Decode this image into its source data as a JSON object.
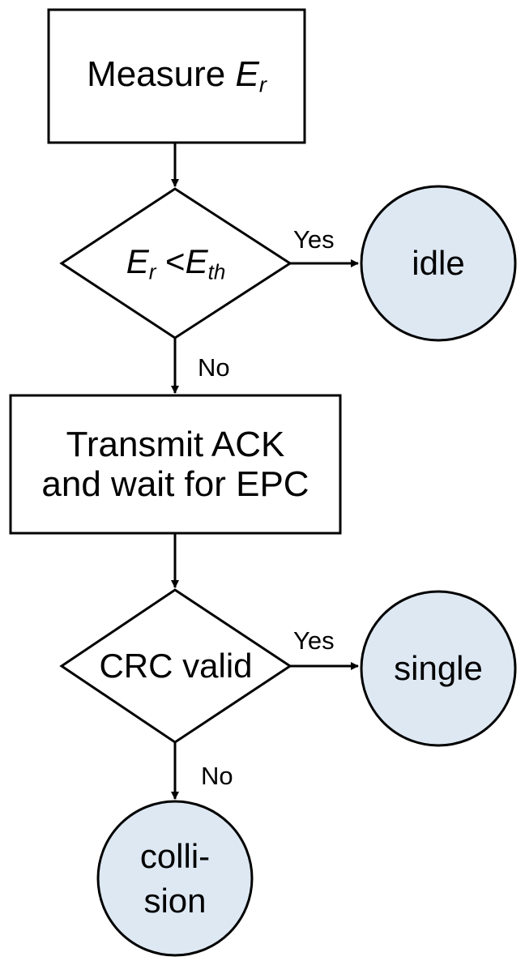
{
  "colors": {
    "stroke": "#000000",
    "terminal_fill": "#dde8f3",
    "process_fill": "#ffffff",
    "background": "#ffffff"
  },
  "nodes": {
    "measure": {
      "text": "Measure",
      "var": "E",
      "var_sub": "r"
    },
    "energy_check": {
      "lhs": "E",
      "lhs_sub": "r",
      "op": "<",
      "rhs": "E",
      "rhs_sub": "th"
    },
    "idle": {
      "text": "idle"
    },
    "transmit": {
      "line1": "Transmit ACK",
      "line2": "and wait for EPC"
    },
    "crc_check": {
      "text": "CRC valid"
    },
    "single": {
      "text": "single"
    },
    "collision": {
      "line1": "colli-",
      "line2": "sion"
    }
  },
  "edges": {
    "energy_yes": "Yes",
    "energy_no": "No",
    "crc_yes": "Yes",
    "crc_no": "No"
  }
}
